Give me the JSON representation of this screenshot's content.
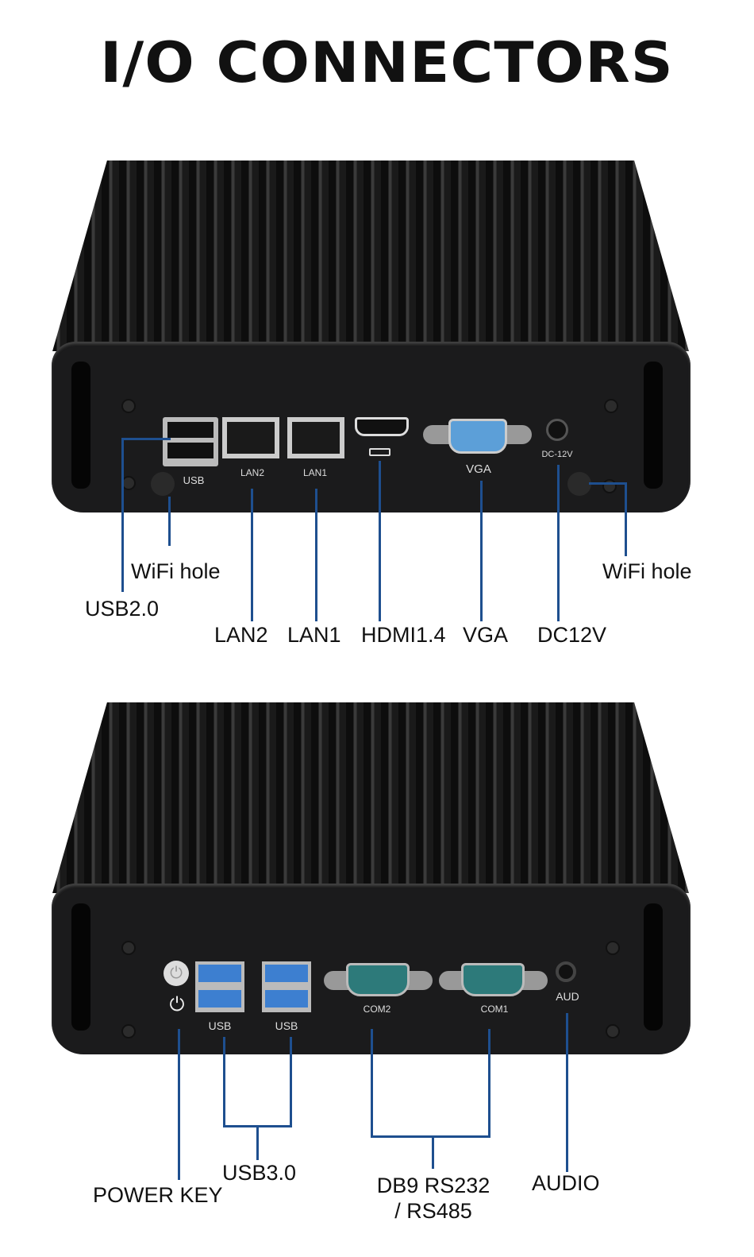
{
  "title": "I/O CONNECTORS",
  "line_color": "#1e4f8f",
  "top_view": {
    "port_labels": {
      "usb": "USB",
      "lan2": "LAN2",
      "lan1": "LAN1",
      "vga": "VGA",
      "dc": "DC-12V"
    },
    "callouts": {
      "wifi_left": "WiFi hole",
      "usb2": "USB2.0",
      "lan2": "LAN2",
      "lan1": "LAN1",
      "hdmi": "HDMI1.4",
      "vga": "VGA",
      "dc": "DC12V",
      "wifi_right": "WiFi hole"
    }
  },
  "bottom_view": {
    "port_labels": {
      "usb_a": "USB",
      "usb_b": "USB",
      "com2": "COM2",
      "com1": "COM1",
      "aud": "AUD"
    },
    "callouts": {
      "power": "POWER KEY",
      "usb3": "USB3.0",
      "db9_line1": "DB9 RS232",
      "db9_line2": "/ RS485",
      "audio": "AUDIO"
    }
  }
}
